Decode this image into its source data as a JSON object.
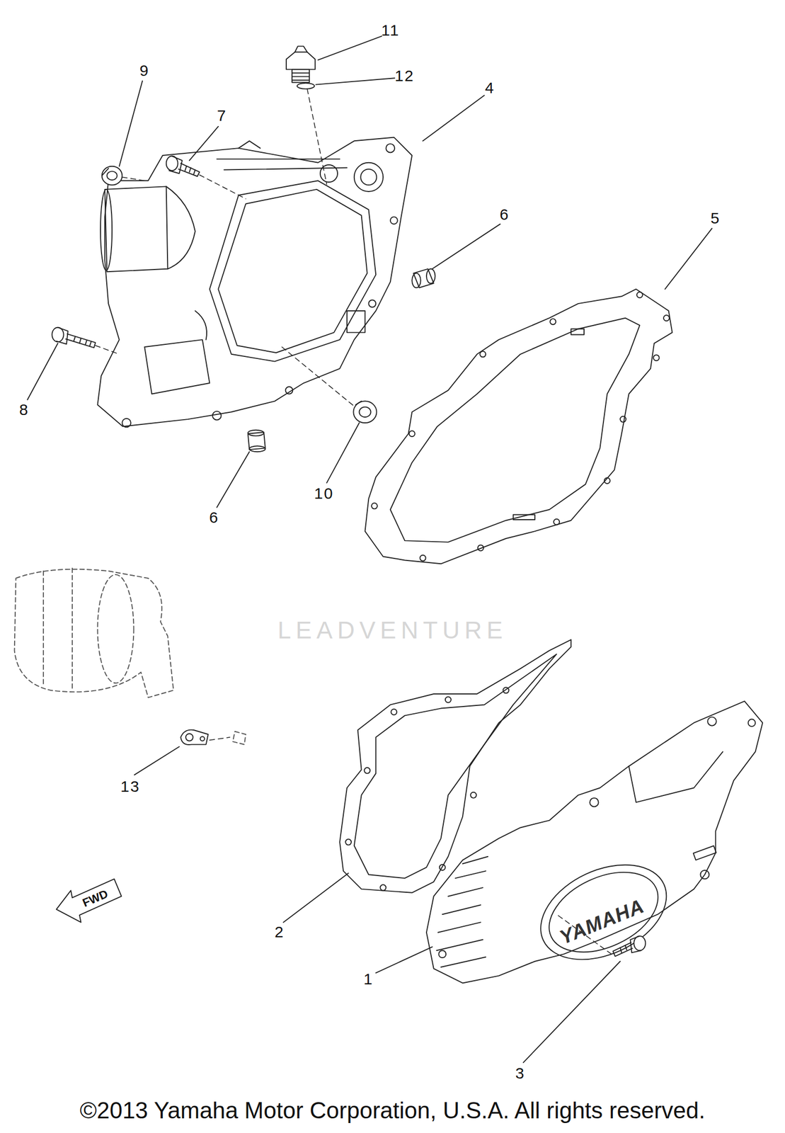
{
  "diagram": {
    "labels": [
      "11",
      "12",
      "4",
      "9",
      "7",
      "6",
      "5",
      "8",
      "10",
      "6",
      "13",
      "2",
      "1",
      "3",
      "FWD",
      "YAMAHA",
      "LEADVENTURE",
      "©2013 Yamaha Motor Corporation, U.S.A. All rights reserved."
    ]
  }
}
